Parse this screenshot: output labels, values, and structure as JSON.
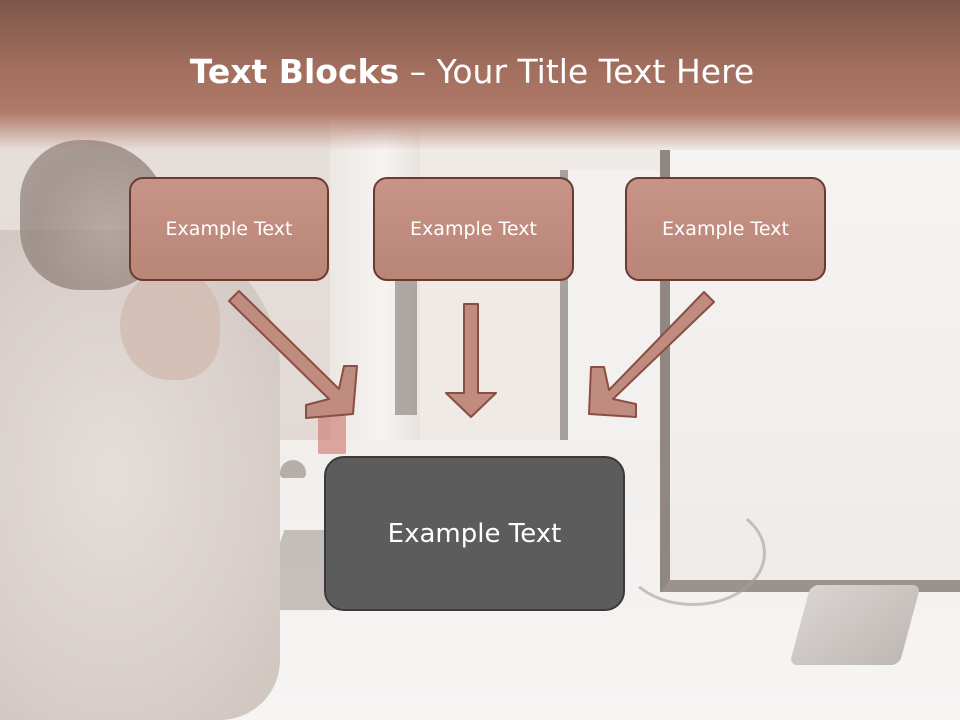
{
  "slide": {
    "title_bold": "Text Blocks",
    "title_separator": " – ",
    "title_rest": "Your Title Text Here"
  },
  "blocks": [
    {
      "label": "Example Text"
    },
    {
      "label": "Example Text"
    },
    {
      "label": "Example Text"
    }
  ],
  "main_block": {
    "label": "Example Text"
  },
  "colors": {
    "header": "#a26e5e",
    "box_fill": "#c08c7f",
    "box_border": "#6b3a30",
    "arrow_fill": "#c08c7f",
    "main_fill": "#5c5c5c"
  },
  "icons": [
    "arrow-down-right-icon",
    "arrow-down-icon",
    "arrow-down-left-icon"
  ]
}
